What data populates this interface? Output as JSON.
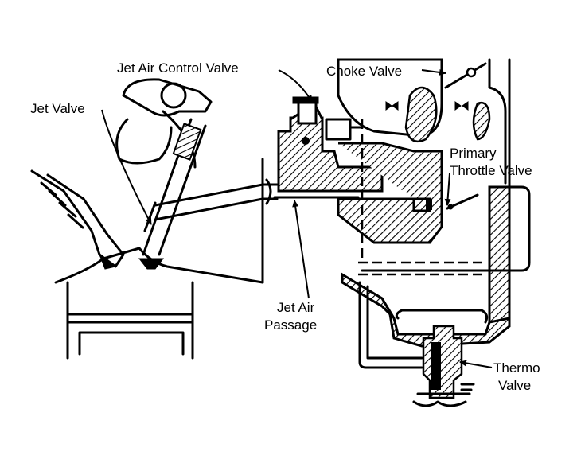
{
  "labels": {
    "jet_air_control_valve": "Jet Air Control Valve",
    "choke_valve": "Choke Valve",
    "jet_valve": "Jet Valve",
    "primary_throttle_valve_line1": "Primary",
    "primary_throttle_valve_line2": "Throttle Valve",
    "jet_air_passage_line1": "Jet Air",
    "jet_air_passage_line2": "Passage",
    "thermo_valve_line1": "Thermo",
    "thermo_valve_line2": "Valve"
  },
  "colors": {
    "ink": "#000000",
    "paper": "#ffffff"
  }
}
